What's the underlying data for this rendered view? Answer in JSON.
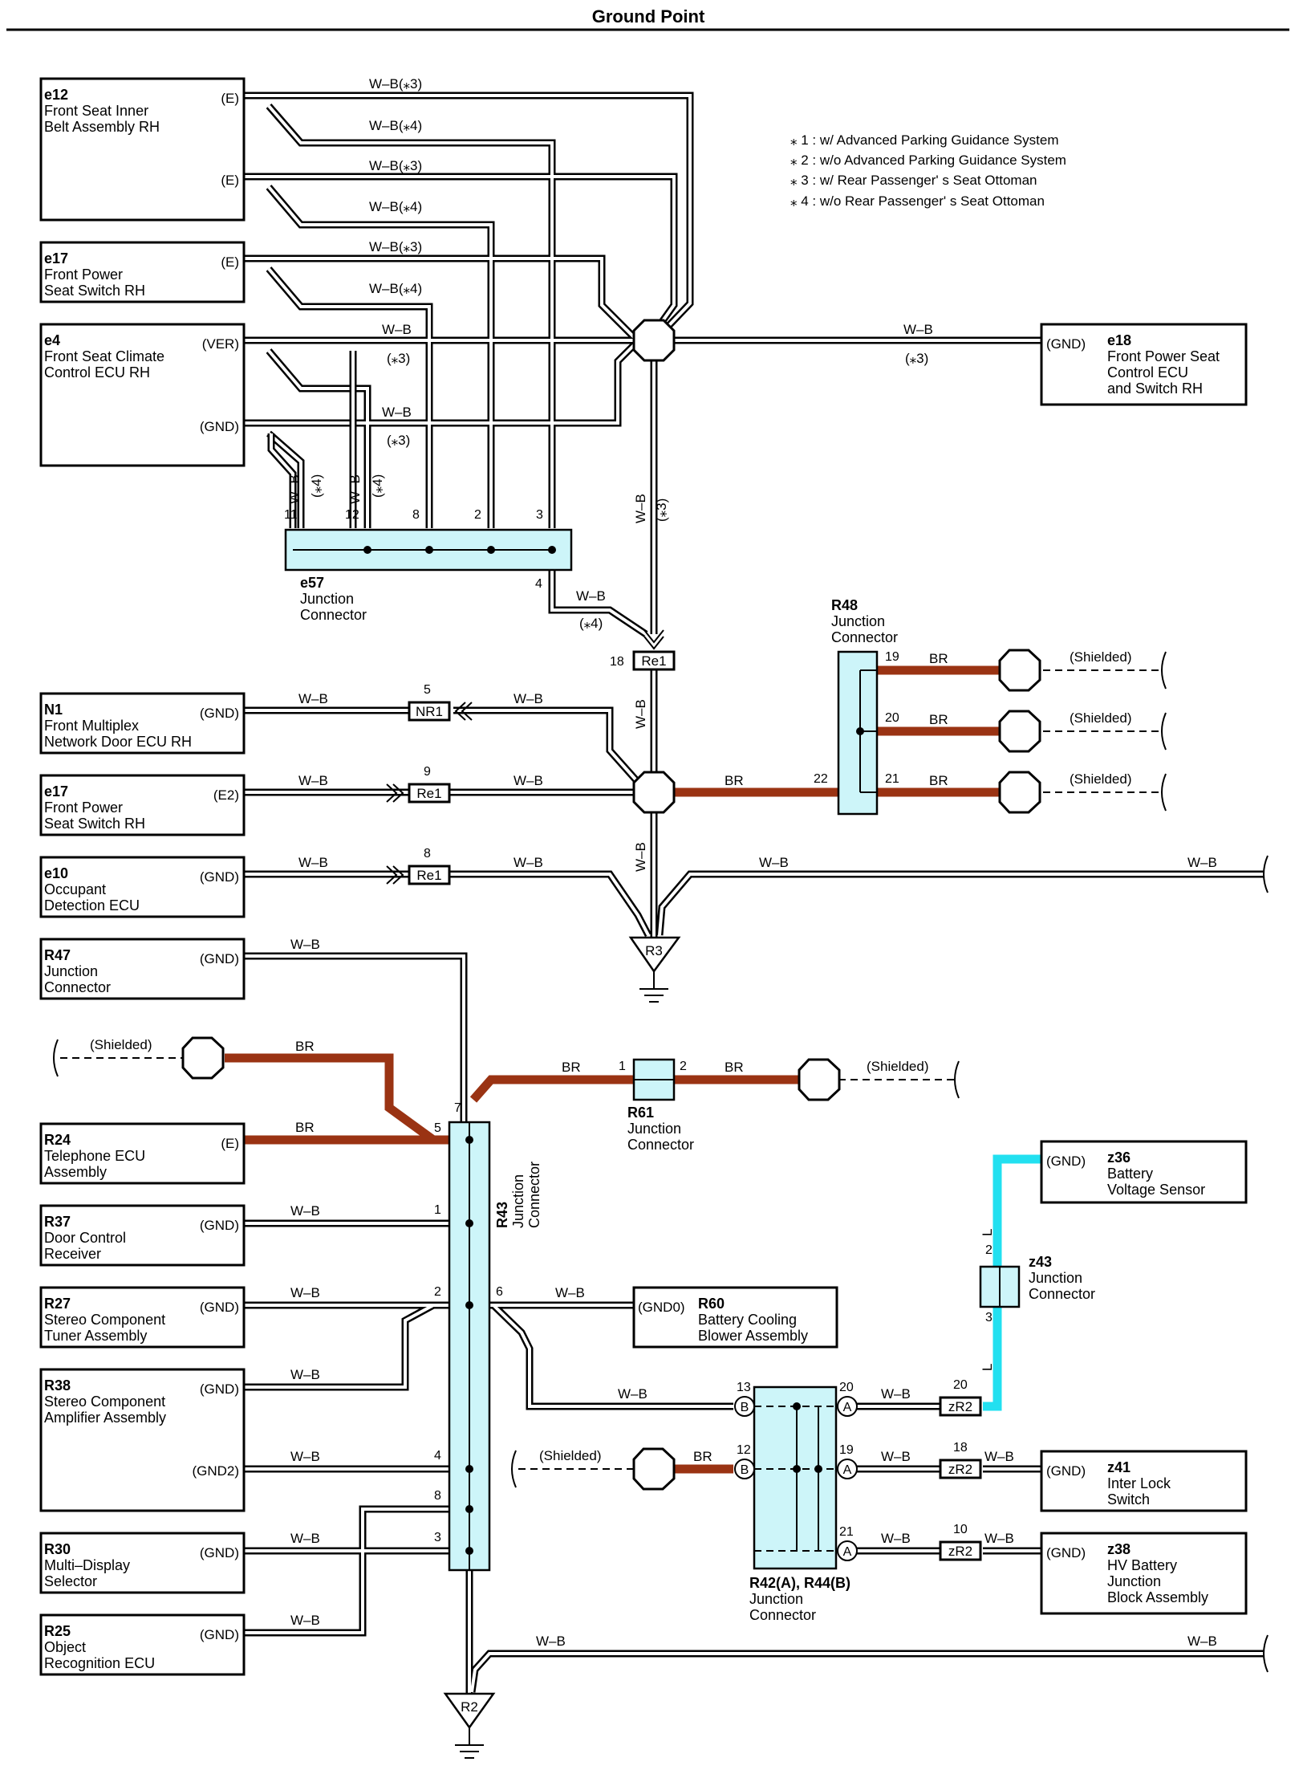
{
  "title": "Ground Point",
  "notes": [
    "⁎ 1 : w/ Advanced Parking Guidance System",
    "⁎ 2 : w/o Advanced Parking Guidance System",
    "⁎ 3 : w/ Rear Passenger'  s Seat Ottoman",
    "⁎ 4 : w/o Rear Passenger'  s Seat Ottoman"
  ],
  "components": {
    "e12": {
      "id": "e12",
      "name": [
        "Front Seat Inner",
        "Belt Assembly RH"
      ],
      "pin1": "(E)",
      "pin2": "(E)"
    },
    "e17a": {
      "id": "e17",
      "name": [
        "Front Power",
        "Seat Switch RH"
      ],
      "pin": "(E)"
    },
    "e4": {
      "id": "e4",
      "name": [
        "Front Seat Climate",
        "Control ECU RH"
      ],
      "pin1": "(VER)",
      "pin2": "(GND)"
    },
    "e18": {
      "id": "e18",
      "name": [
        "Front Power Seat",
        "Control ECU",
        "and Switch RH"
      ],
      "pin": "(GND)"
    },
    "N1": {
      "id": "N1",
      "name": [
        "Front Multiplex",
        "Network Door ECU RH"
      ],
      "pin": "(GND)"
    },
    "e17b": {
      "id": "e17",
      "name": [
        "Front Power",
        "Seat Switch RH"
      ],
      "pin": "(E2)"
    },
    "e10": {
      "id": "e10",
      "name": [
        "Occupant",
        "Detection ECU"
      ],
      "pin": "(GND)"
    },
    "R47": {
      "id": "R47",
      "name": [
        "Junction",
        "Connector"
      ],
      "pin": "(GND)"
    },
    "R24": {
      "id": "R24",
      "name": [
        "Telephone ECU",
        "Assembly"
      ],
      "pin": "(E)"
    },
    "R37": {
      "id": "R37",
      "name": [
        "Door Control",
        "Receiver"
      ],
      "pin": "(GND)"
    },
    "R27": {
      "id": "R27",
      "name": [
        "Stereo Component",
        "Tuner Assembly"
      ],
      "pin": "(GND)"
    },
    "R38": {
      "id": "R38",
      "name": [
        "Stereo Component",
        "Amplifier Assembly"
      ],
      "pin1": "(GND)",
      "pin2": "(GND2)"
    },
    "R30": {
      "id": "R30",
      "name": [
        "Multi–Display",
        "Selector"
      ],
      "pin": "(GND)"
    },
    "R25": {
      "id": "R25",
      "name": [
        "Object",
        "Recognition ECU"
      ],
      "pin": "(GND)"
    },
    "R60": {
      "id": "R60",
      "name": [
        "Battery Cooling",
        "Blower Assembly"
      ],
      "pin": "(GND0)"
    },
    "z36": {
      "id": "z36",
      "name": [
        "Battery",
        "Voltage Sensor"
      ],
      "pin": "(GND)"
    },
    "z41": {
      "id": "z41",
      "name": [
        "Inter Lock",
        "Switch"
      ],
      "pin": "(GND)"
    },
    "z38": {
      "id": "z38",
      "name": [
        "HV Battery",
        "Junction",
        "Block Assembly"
      ],
      "pin": "(GND)"
    }
  },
  "junctions": {
    "e57": {
      "id": "e57",
      "name": [
        "Junction",
        "Connector"
      ],
      "pins": [
        "11",
        "12",
        "8",
        "2",
        "3",
        "4"
      ]
    },
    "R48": {
      "id": "R48",
      "name": [
        "Junction",
        "Connector"
      ],
      "pins": [
        "19",
        "20",
        "21",
        "22"
      ]
    },
    "R61": {
      "id": "R61",
      "name": [
        "Junction",
        "Connector"
      ],
      "pins": [
        "1",
        "2"
      ]
    },
    "R43": {
      "id": "R43",
      "name": [
        "Junction",
        "Connector"
      ],
      "pins": [
        "7",
        "5",
        "1",
        "2",
        "6",
        "4",
        "8",
        "3"
      ]
    },
    "z43": {
      "id": "z43",
      "name": [
        "Junction",
        "Connector"
      ],
      "pins": [
        "2",
        "3"
      ]
    },
    "R42": {
      "id": "R42(A), R44(B)",
      "name": [
        "Junction",
        "Connector"
      ],
      "pins": [
        "13",
        "12",
        "20",
        "19",
        "21"
      ]
    }
  },
  "inline_connectors": [
    "Re1",
    "NR1",
    "Re1",
    "Re1",
    "zR2",
    "zR2",
    "zR2"
  ],
  "inline_pins": [
    "18",
    "5",
    "9",
    "8",
    "20",
    "18",
    "10"
  ],
  "grounds": [
    "R3",
    "R2"
  ],
  "wire_labels": {
    "wb": "W–B",
    "wb3": "W–B(⁎3)",
    "wb4": "W–B(⁎4)",
    "br": "BR",
    "l": "L",
    "n3": "(⁎3)",
    "n4": "(⁎4)",
    "shielded": "(Shielded)"
  },
  "pin_letters": {
    "a": "A",
    "b": "B"
  },
  "colors": {
    "brown_wire": "#9a3313",
    "light_blue_wire": "#22e0f0",
    "junction_fill": "#cdf5f9"
  }
}
